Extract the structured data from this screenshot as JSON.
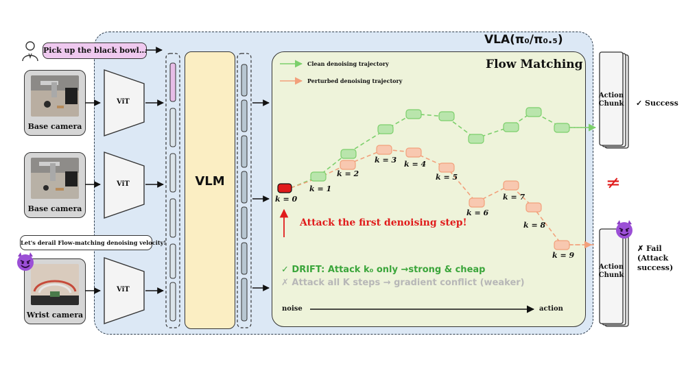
{
  "diagram": {
    "vla_title": "VLA(π₀/π₀.₅)",
    "instruction": "Pick up the black bowl…",
    "attacker_speech": "Let's derail Flow-matching denoising velocity!",
    "cameras": [
      "Base camera",
      "Base camera",
      "Wrist camera"
    ],
    "encoder_label": "ViT",
    "vlm_label": "VLM",
    "flow_matching_title": "Flow Matching",
    "legend": {
      "clean": "Clean denoising trajectory",
      "perturbed": "Perturbed denoising trajectory"
    },
    "steps": [
      "k = 0",
      "k = 1",
      "k = 2",
      "k = 3",
      "k = 4",
      "k = 5",
      "k = 6",
      "k = 7",
      "k = 8",
      "k = 9"
    ],
    "attack_note": "Attack the first denoising step!",
    "drift_note": "✓ DRIFT: Attack k₀ only →strong & cheap",
    "all_steps_note": "✗ Attack all K steps → gradient conflict (weaker)",
    "axis": {
      "start": "noise",
      "end": "action"
    },
    "action_chunk_label": "Action Chunk",
    "success_label": "✓ Success",
    "fail_label": "✗ Fail (Attack success)",
    "inequality": "≠",
    "colors": {
      "clean": "#7ccf6b",
      "perturbed": "#f2a07b",
      "attack": "#e01b1b",
      "vla_bg": "#dce8f5",
      "vlm_bg": "#fbeec3",
      "flow_bg": "#eef3da",
      "instruction_bg": "#efc9ef"
    },
    "icons": [
      "user-icon",
      "devil-icon",
      "arrow-right-icon"
    ]
  }
}
